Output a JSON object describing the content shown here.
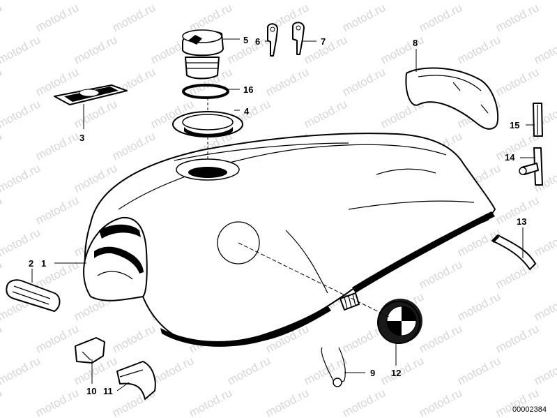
{
  "watermark": "motod.ru",
  "diagram_code": "00002384",
  "callouts": {
    "p1": "1",
    "p2": "2",
    "p3": "3",
    "p4": "4",
    "p5": "5",
    "p6": "6",
    "p7": "7",
    "p8": "8",
    "p9": "9",
    "p10": "10",
    "p11": "11",
    "p12": "12",
    "p13": "13",
    "p14": "14",
    "p15": "15",
    "p16": "16"
  }
}
